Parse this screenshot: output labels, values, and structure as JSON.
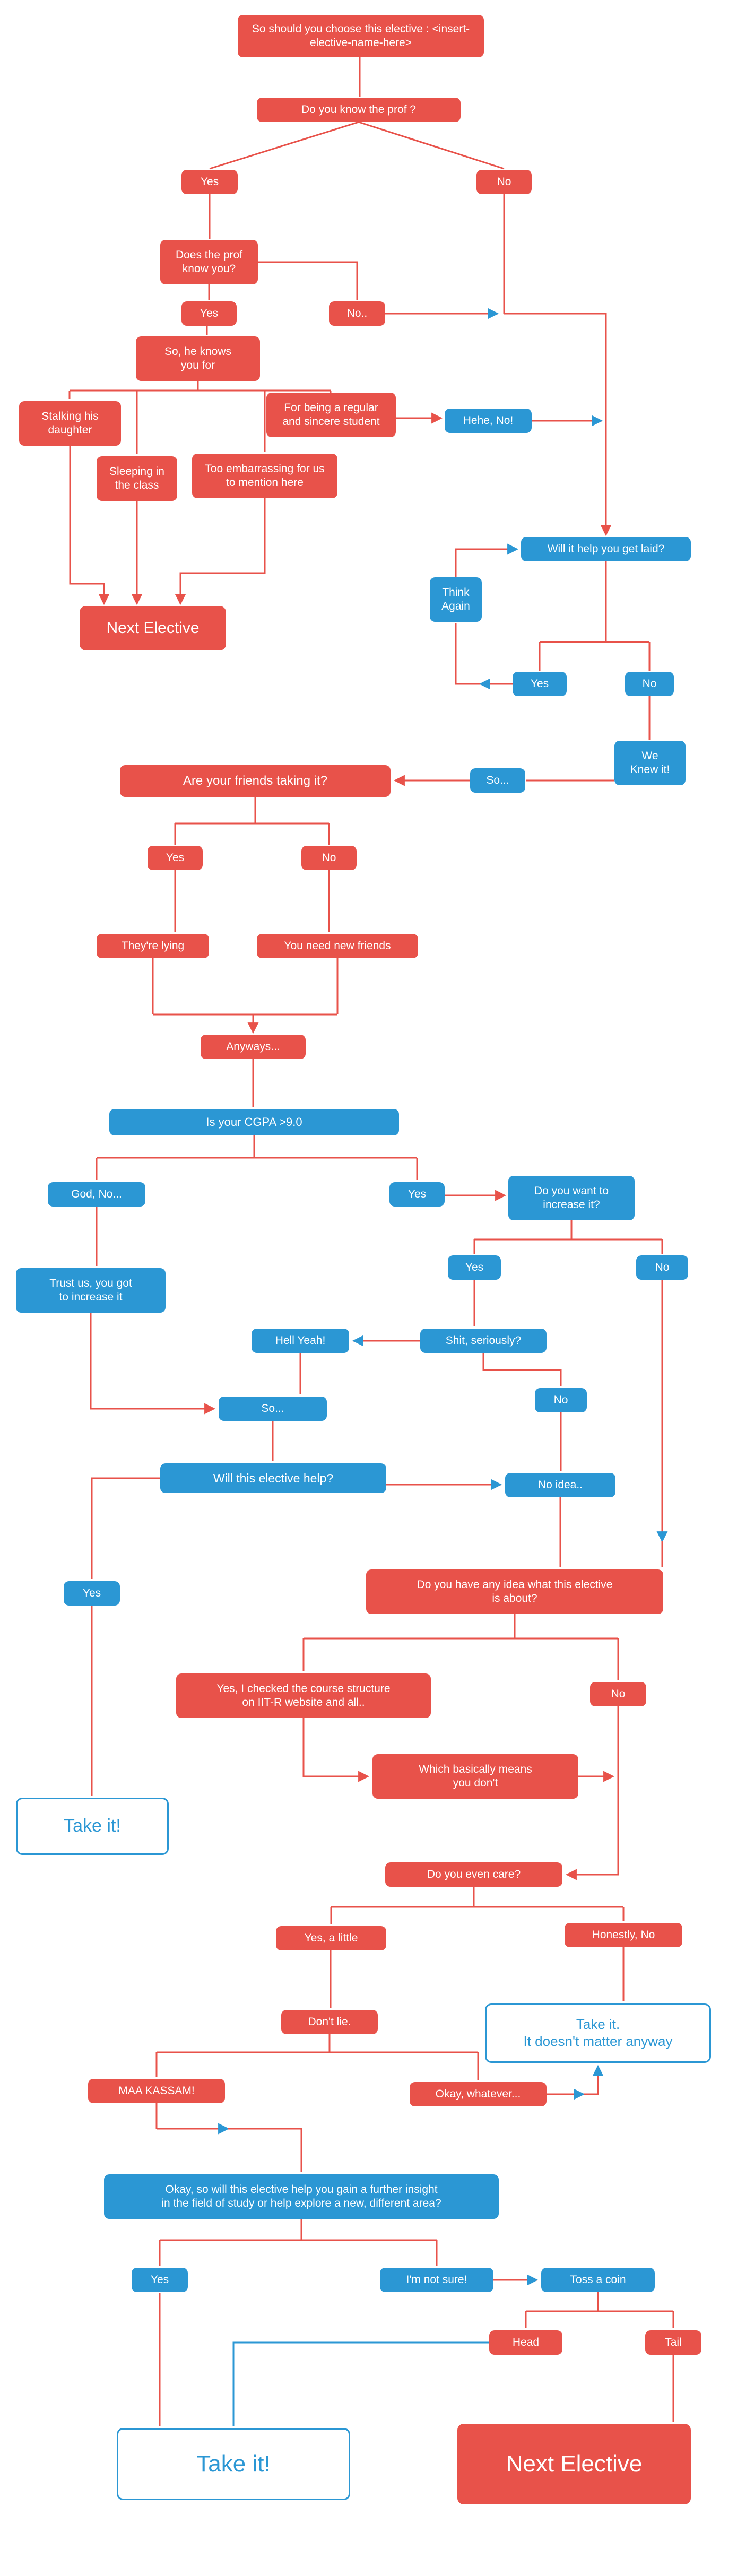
{
  "diagram": {
    "colors": {
      "red_box": "#e8524a",
      "blue_box": "#2b97d4",
      "outline_box_border": "#2b97d4",
      "outline_box_text": "#2b97d4",
      "connector_line": "#e8524a",
      "connector_arrow_alt": "#2b97d4",
      "background": "#ffffff"
    },
    "nodes": {
      "q_title": {
        "label": "So should you choose this elective : <insert-elective-name-here>"
      },
      "q_know_prof": {
        "label": "Do you know the prof ?"
      },
      "a_know_yes": {
        "label": "Yes"
      },
      "a_know_no": {
        "label": "No"
      },
      "q_prof_know_you": {
        "label": "Does the prof\nknow you?"
      },
      "a_prof_yes": {
        "label": "Yes"
      },
      "a_prof_no": {
        "label": "No.."
      },
      "q_knows_for": {
        "label": "So, he knows\nyou for"
      },
      "a_stalking": {
        "label": "Stalking his\ndaughter"
      },
      "a_regular": {
        "label": "For being a regular\nand sincere student"
      },
      "a_hehe_no": {
        "label": "Hehe, No!"
      },
      "a_sleeping": {
        "label": "Sleeping in\nthe class"
      },
      "a_embarrassing": {
        "label": "Too embarrassing for us\nto mention here"
      },
      "t_next_elective_1": {
        "label": "Next Elective"
      },
      "q_get_laid": {
        "label": "Will it help you get laid?"
      },
      "n_think_again": {
        "label": "Think\nAgain"
      },
      "a_laid_yes": {
        "label": "Yes"
      },
      "a_laid_no": {
        "label": "No"
      },
      "n_we_knew": {
        "label": "We\nKnew it!"
      },
      "n_so_1": {
        "label": "So..."
      },
      "q_friends": {
        "label": "Are your friends taking it?"
      },
      "a_friends_yes": {
        "label": "Yes"
      },
      "a_friends_no": {
        "label": "No"
      },
      "n_lying": {
        "label": "They're lying"
      },
      "n_new_friends": {
        "label": "You need new friends"
      },
      "n_anyways": {
        "label": "Anyways..."
      },
      "q_cgpa": {
        "label": "Is your CGPA >9.0"
      },
      "a_god_no": {
        "label": "God, No..."
      },
      "a_cgpa_yes": {
        "label": "Yes"
      },
      "q_increase": {
        "label": "Do you want to\nincrease it?"
      },
      "n_trust_us": {
        "label": "Trust us, you got\nto increase it"
      },
      "a_inc_yes": {
        "label": "Yes"
      },
      "a_inc_no": {
        "label": "No"
      },
      "n_hell_yeah": {
        "label": "Hell Yeah!"
      },
      "q_shit": {
        "label": "Shit, seriously?"
      },
      "a_shit_no": {
        "label": "No"
      },
      "n_so_2": {
        "label": "So..."
      },
      "q_will_help": {
        "label": "Will this elective help?"
      },
      "n_no_idea": {
        "label": "No idea.."
      },
      "a_help_yes": {
        "label": "Yes"
      },
      "q_any_idea": {
        "label": "Do you have any idea what this elective\nis about?"
      },
      "n_checked": {
        "label": "Yes, I checked the course structure\non IIT-R website and all.."
      },
      "a_idea_no": {
        "label": "No"
      },
      "n_basically": {
        "label": "Which basically means\nyou don't"
      },
      "t_take_it_1": {
        "label": "Take it!"
      },
      "q_even_care": {
        "label": "Do you even care?"
      },
      "a_care_little": {
        "label": "Yes, a little"
      },
      "a_care_no": {
        "label": "Honestly, No"
      },
      "t_take_it_matter": {
        "label": "Take it.\nIt doesn't matter anyway"
      },
      "n_dont_lie": {
        "label": "Don't lie."
      },
      "n_maa_kassam": {
        "label": "MAA KASSAM!"
      },
      "n_okay_whatever": {
        "label": "Okay, whatever..."
      },
      "q_insight": {
        "label": "Okay, so will this elective help you gain a further insight\nin the field of study or help explore a new, different area?"
      },
      "a_final_yes": {
        "label": "Yes"
      },
      "a_not_sure": {
        "label": "I'm not sure!"
      },
      "n_toss": {
        "label": "Toss a coin"
      },
      "a_head": {
        "label": "Head"
      },
      "a_tail": {
        "label": "Tail"
      },
      "t_take_it_final": {
        "label": "Take it!"
      },
      "t_next_elective_2": {
        "label": "Next Elective"
      }
    }
  }
}
